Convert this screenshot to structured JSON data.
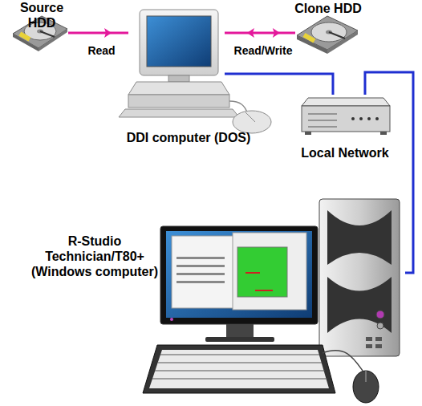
{
  "diagram": {
    "nodes": [
      {
        "text": [
          "Source HDD"
        ]
      },
      {
        "text": [
          "DDI computer (DOS)"
        ]
      },
      {
        "text": [
          "Clone HDD"
        ]
      },
      {
        "text": [
          "Local Network"
        ]
      },
      {
        "text": [
          "R-Studio Technician/T80+ (Windows computer)"
        ]
      }
    ],
    "edges": [
      {
        "from": 0,
        "to": 1,
        "label": "Read",
        "arrow": "to"
      },
      {
        "from": 1,
        "to": 2,
        "label": "Read/Write",
        "arrow": "both"
      },
      {
        "from": 1,
        "to": 3,
        "arrow": "none"
      },
      {
        "from": 3,
        "to": 4,
        "arrow": "none"
      }
    ]
  }
}
